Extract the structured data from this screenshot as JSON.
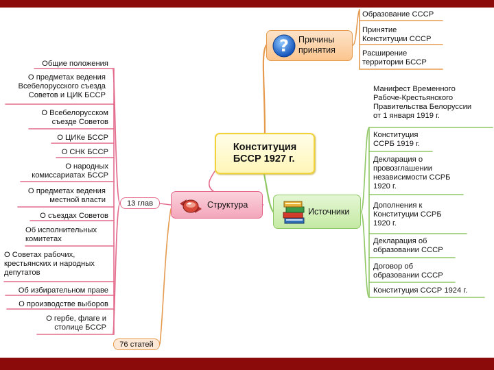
{
  "central": {
    "title": "Конституция\nБССР 1927 г."
  },
  "causes": {
    "label": "Причины\nпринятия",
    "icon": "question-icon",
    "color": "#fbc58e",
    "items": [
      "Образование СССР",
      "Принятие\nКонституции СССР",
      "Расширение\nтерритории БССР"
    ]
  },
  "structure": {
    "label": "Структура",
    "icon": "candy-icon",
    "color": "#f4a6bb",
    "chapters_label": "13 глав",
    "articles_label": "76 статей",
    "chapters": [
      "Общие положения",
      "О предметах ведения\nВсебелорусского съезда\nСоветов  и ЦИК БССР",
      "О Всебелорусском\nсъезде Советов",
      "О ЦИКе БССР",
      "О СНК БССР",
      "О народных\nкомиссариатах БССР",
      "О предметах ведения\nместной власти",
      "О съездах Советов",
      "Об исполнительных\nкомитетах",
      "О Советах рабочих,\nкрестьянских и народных\nдепутатов",
      "Об избирательном праве",
      "О производстве выборов",
      "О гербе, флаге и\nстолице БССР"
    ]
  },
  "sources": {
    "label": "Источники",
    "icon": "books-icon",
    "color": "#c4eaa3",
    "items": [
      "Манифест Временного\nРабоче-Крестьянского\nПравительства Белоруссии\nот 1 января 1919 г.",
      "Конституция\nССРБ 1919 г.",
      "Декларация о\nпровозглашении\nнезависимости ССРБ\n1920 г.",
      "Дополнения к\nКонституции ССРБ\n1920 г.",
      "Декларация об\nобразовании СССР",
      "Договор об\nобразовании СССР",
      "Конституция СССР 1924 г."
    ]
  },
  "colors": {
    "frame": "#8b0b0b",
    "causes_line": "#e59a4e",
    "structure_line": "#e36a8b",
    "sources_line": "#8fc764"
  }
}
